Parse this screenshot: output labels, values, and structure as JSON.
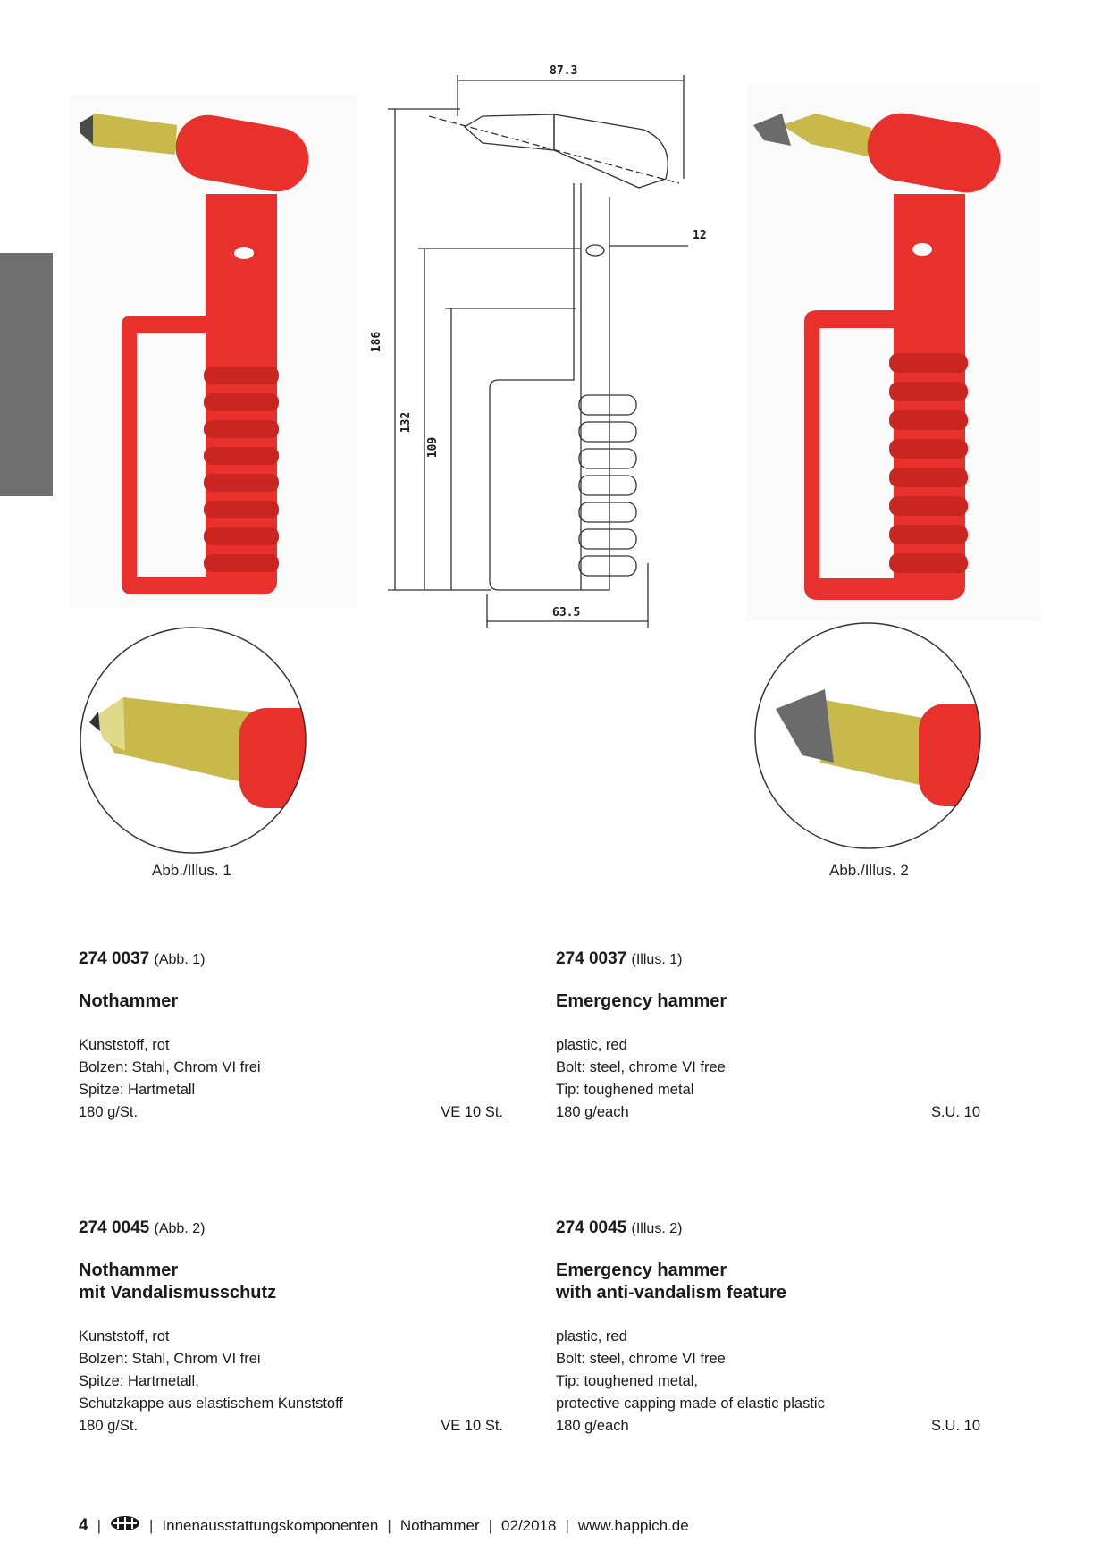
{
  "captions": {
    "left": "Abb./Illus. 1",
    "right": "Abb./Illus. 2"
  },
  "drawing": {
    "dim_top": "87.3",
    "dim_right": "12",
    "dim_total_height": "186",
    "dim_mid_height": "132",
    "dim_inner_height": "109",
    "dim_bottom": "63.5"
  },
  "products": [
    {
      "de": {
        "id": "274 0037",
        "ref": "(Abb. 1)",
        "title_lines": [
          "Nothammer"
        ],
        "specs": [
          "Kunststoff, rot",
          "Bolzen: Stahl, Chrom VI frei",
          "Spitze: Hartmetall"
        ],
        "weight": "180 g/St.",
        "unit": "VE 10 St."
      },
      "en": {
        "id": "274 0037",
        "ref": "(Illus. 1)",
        "title_lines": [
          "Emergency hammer"
        ],
        "specs": [
          "plastic, red",
          "Bolt: steel, chrome VI free",
          "Tip: toughened metal"
        ],
        "weight": "180 g/each",
        "unit": "S.U. 10"
      }
    },
    {
      "de": {
        "id": "274 0045",
        "ref": "(Abb. 2)",
        "title_lines": [
          "Nothammer",
          "mit Vandalismusschutz"
        ],
        "specs": [
          "Kunststoff, rot",
          "Bolzen: Stahl, Chrom VI frei",
          "Spitze: Hartmetall,",
          "Schutzkappe aus elastischem Kunststoff"
        ],
        "weight": "180 g/St.",
        "unit": "VE 10 St."
      },
      "en": {
        "id": "274 0045",
        "ref": "(Illus. 2)",
        "title_lines": [
          "Emergency hammer",
          "with anti-vandalism feature"
        ],
        "specs": [
          "plastic, red",
          "Bolt: steel, chrome VI free",
          "Tip: toughened metal,",
          "protective capping made of elastic plastic"
        ],
        "weight": "180 g/each",
        "unit": "S.U. 10"
      }
    }
  ],
  "footer": {
    "page_number": "4",
    "logo_icon": "happich-logo-icon",
    "section": "Innenausstattungskomponenten",
    "category": "Nothammer",
    "date": "02/2018",
    "website": "www.happich.de"
  },
  "colors": {
    "hammer_red": "#e8312d",
    "bolt_gold": "#c9b94a",
    "side_tab": "#6f6f6f",
    "cap_grey": "#6b6b6b"
  }
}
